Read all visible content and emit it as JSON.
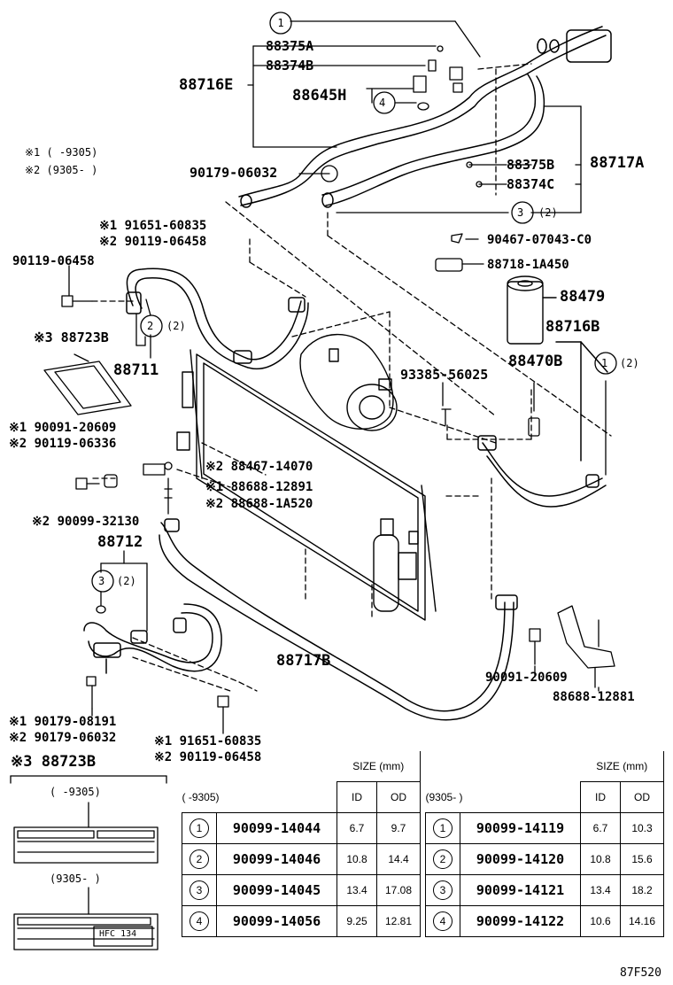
{
  "labels": {
    "c1_top": "1",
    "p88375A": "88375A",
    "p88374B": "88374B",
    "p88716E": "88716E",
    "p88645H": "88645H",
    "c4": "4",
    "note1": "※1 (     -9305)",
    "note2": "※2 (9305-       )",
    "p90179_06032": "90179-06032",
    "p88375B": "88375B",
    "p88717A": "88717A",
    "p88374C": "88374C",
    "c3_a": "3",
    "c3_a_qty": "(2)",
    "p91651_a": "※1 91651-60835",
    "p90119_a": "※2 90119-06458",
    "p90467": "90467-07043-C0",
    "p90119_b": "90119-06458",
    "p88718": "88718-1A450",
    "p88479": "88479",
    "c2_a": "2",
    "c2_a_qty": "(2)",
    "p88716B": "88716B",
    "p88723B_a": "※3 88723B",
    "p88470B": "88470B",
    "c1_b": "1",
    "c1_b_qty": "(2)",
    "p88711": "88711",
    "p93385": "93385-56025",
    "p90091_a": "※1 90091-20609",
    "p90119_c": "※2 90119-06336",
    "p88467": "※2 88467-14070",
    "p88688_a": "※1 88688-12891",
    "p88688_b": "※2 88688-1A520",
    "p90099_32130": "※2 90099-32130",
    "p88712": "88712",
    "c3_b": "3",
    "c3_b_qty": "(2)",
    "p88717B": "88717B",
    "p90091_b": "90091-20609",
    "p88688_12881": "88688-12881",
    "p90179_08191": "※1 90179-08191",
    "p90179_06032b": "※2 90179-06032",
    "p91651_b": "※1 91651-60835",
    "p90119_d": "※2 90119-06458",
    "p88723B_b": "※3  88723B",
    "label_early": "(     -9305)",
    "label_late": "(9305-      )",
    "label_tag": "HFC 134",
    "diagram_code": "87F520"
  },
  "table_left": {
    "period": "(      -9305)",
    "size_header": "SIZE (mm)",
    "id_header": "ID",
    "od_header": "OD",
    "rows": [
      {
        "num": "1",
        "part": "90099-14044",
        "id": "6.7",
        "od": "9.7"
      },
      {
        "num": "2",
        "part": "90099-14046",
        "id": "10.8",
        "od": "14.4"
      },
      {
        "num": "3",
        "part": "90099-14045",
        "id": "13.4",
        "od": "17.08"
      },
      {
        "num": "4",
        "part": "90099-14056",
        "id": "9.25",
        "od": "12.81"
      }
    ]
  },
  "table_right": {
    "period": "(9305-      )",
    "size_header": "SIZE (mm)",
    "id_header": "ID",
    "od_header": "OD",
    "rows": [
      {
        "num": "1",
        "part": "90099-14119",
        "id": "6.7",
        "od": "10.3"
      },
      {
        "num": "2",
        "part": "90099-14120",
        "id": "10.8",
        "od": "15.6"
      },
      {
        "num": "3",
        "part": "90099-14121",
        "id": "13.4",
        "od": "18.2"
      },
      {
        "num": "4",
        "part": "90099-14122",
        "id": "10.6",
        "od": "14.16"
      }
    ]
  }
}
